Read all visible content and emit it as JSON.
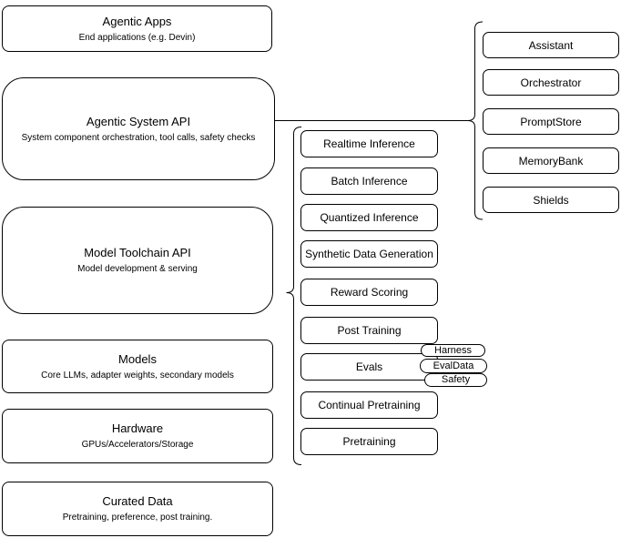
{
  "diagram": {
    "stack": [
      {
        "title": "Agentic Apps",
        "subtitle": "End applications (e.g. Devin)"
      },
      {
        "title": "Agentic System API",
        "subtitle": "System component orchestration, tool calls, safety checks"
      },
      {
        "title": "Model Toolchain API",
        "subtitle": "Model development & serving"
      },
      {
        "title": "Models",
        "subtitle": "Core LLMs, adapter weights, secondary models"
      },
      {
        "title": "Hardware",
        "subtitle": "GPUs/Accelerators/Storage"
      },
      {
        "title": "Curated Data",
        "subtitle": "Pretraining, preference, post training."
      }
    ],
    "toolchain": {
      "items": [
        "Realtime Inference",
        "Batch Inference",
        "Quantized Inference",
        "Synthetic Data Generation",
        "Reward Scoring",
        "Post Training",
        "Evals",
        "Continual Pretraining",
        "Pretraining"
      ],
      "eval_tags": [
        "Harness",
        "EvalData",
        "Safety"
      ]
    },
    "system_components": [
      "Assistant",
      "Orchestrator",
      "PromptStore",
      "MemoryBank",
      "Shields"
    ],
    "colors": {
      "stroke": "#000000",
      "fill": "#ffffff",
      "text": "#000000",
      "background": "#ffffff"
    }
  }
}
